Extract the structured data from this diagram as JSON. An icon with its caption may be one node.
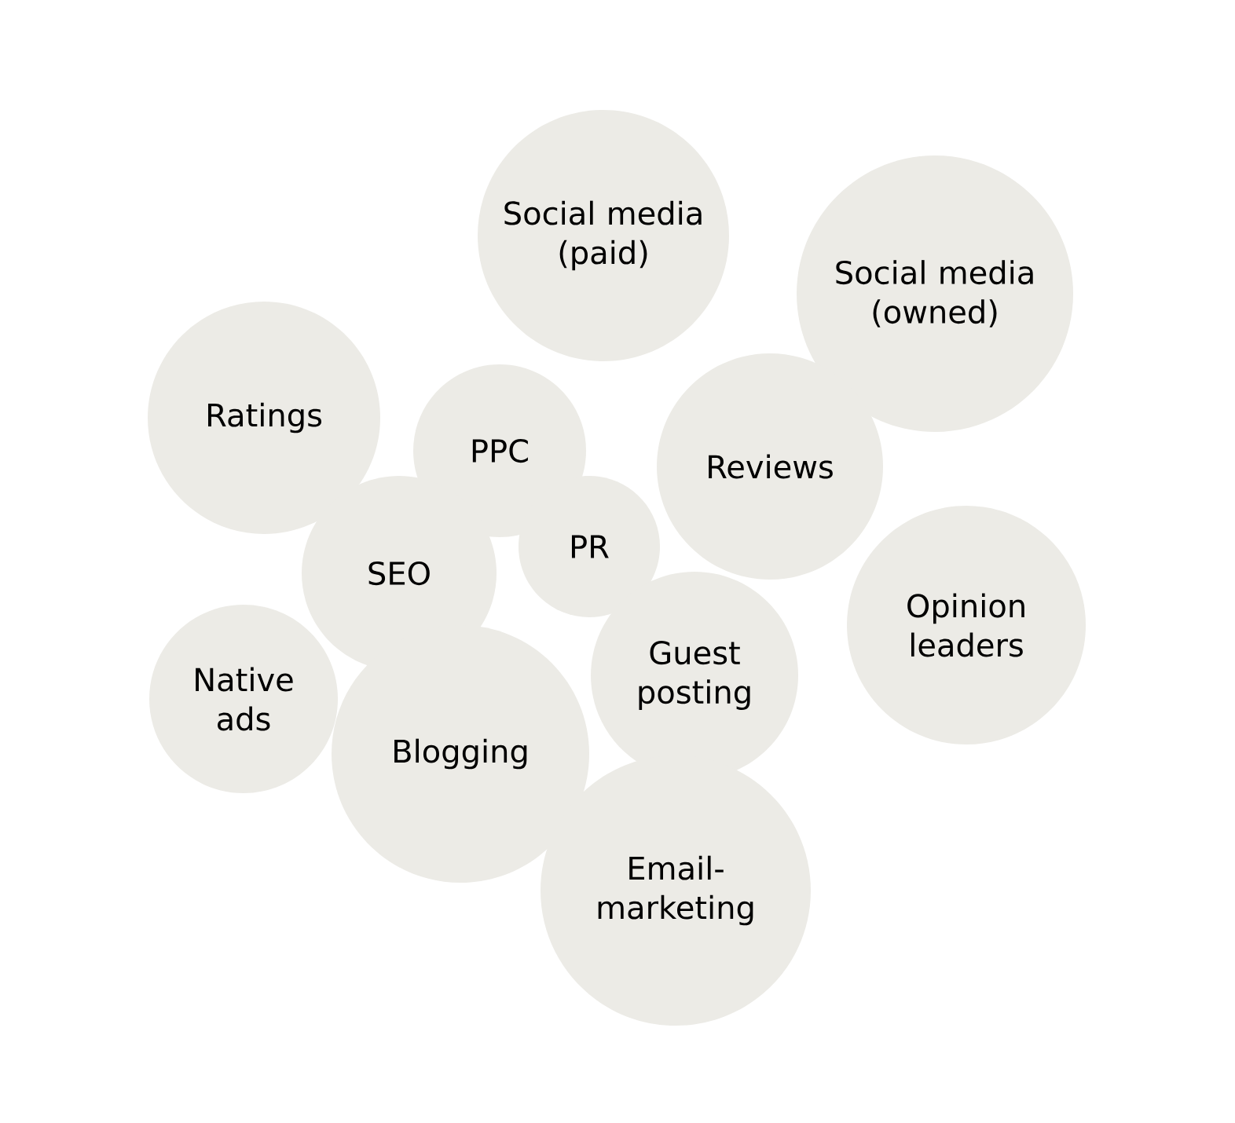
{
  "diagram": {
    "nodes": [
      {
        "text": [
          "Social media (paid)"
        ]
      },
      {
        "text": [
          "Social media (owned)"
        ]
      },
      {
        "text": [
          "Ratings"
        ]
      },
      {
        "text": [
          "PPC"
        ]
      },
      {
        "text": [
          "Reviews"
        ]
      },
      {
        "text": [
          "PR"
        ]
      },
      {
        "text": [
          "SEO"
        ]
      },
      {
        "text": [
          "Opinion leaders"
        ]
      },
      {
        "text": [
          "Guest posting"
        ]
      },
      {
        "text": [
          "Native ads"
        ]
      },
      {
        "text": [
          "Blogging"
        ]
      },
      {
        "text": [
          "Email-marketing"
        ]
      }
    ]
  }
}
